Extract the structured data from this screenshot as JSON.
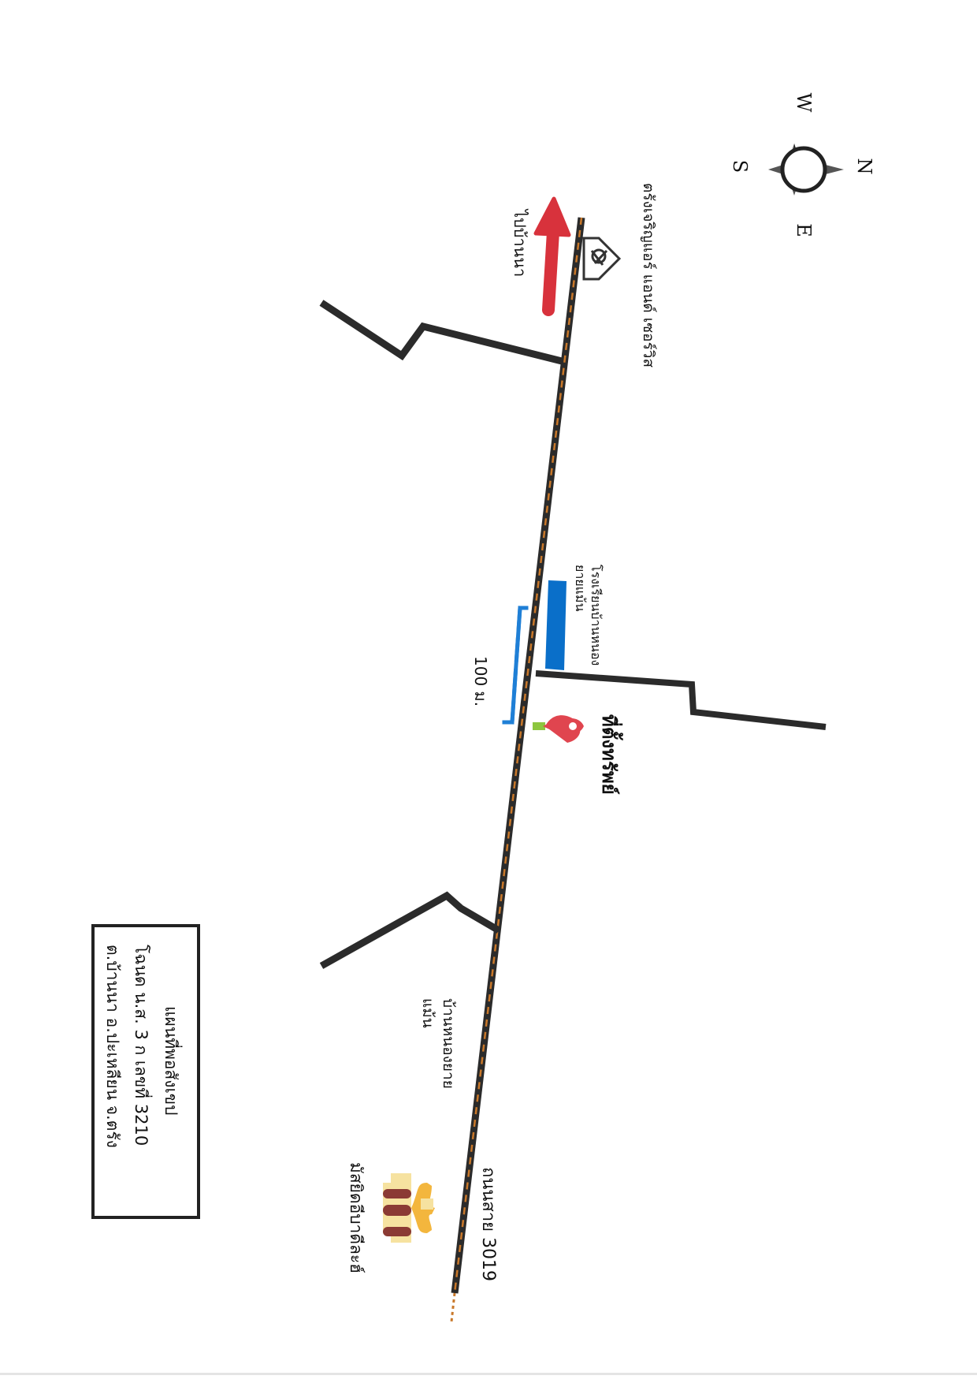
{
  "compass": {
    "north": "N",
    "south": "S",
    "east": "E",
    "west": "W"
  },
  "labels": {
    "hardware_store": "ตรังเจริญแอร์ แอนด์ เซอร์วิส",
    "to_ban_na": "ไปบ้านนา",
    "school": "โรงเรียนบ้านหนอง\nยายแม้น",
    "distance": "100 ม.",
    "land_location": "ที่ตั้งทรัพย์",
    "village": "บ้านหนองยาย\nแม้น",
    "road": "ถนนสาย 3019",
    "mosque": "มัสยิดอีบาดีละฮ์"
  },
  "legend": {
    "title": "แผนที่พอสังเขป",
    "line1": "โฉนด น.ส. 3 ก เลขที่ 3210",
    "line2": "ต.บ้านนา อ.ปะเหลียน จ.ตรัง"
  },
  "colors": {
    "road": "#2b2b2b",
    "road_center": "#c9782a",
    "arrow": "#d8323c",
    "school": "#0a6fc9",
    "distance_marker": "#1f7fd6",
    "pin": "#e0454f",
    "mosque_dome": "#f3b63d",
    "mosque_wall": "#f6e2a0"
  }
}
